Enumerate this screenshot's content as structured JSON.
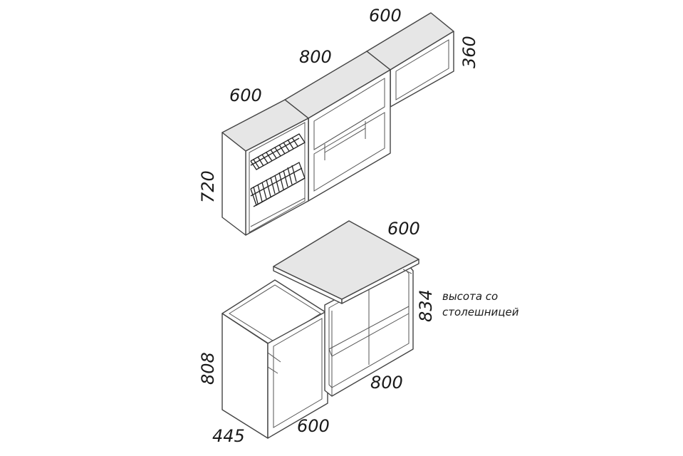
{
  "upper_cabinets": {
    "width_right": "600",
    "width_middle": "800",
    "width_left": "600",
    "depth": "360",
    "height": "720"
  },
  "lower_cabinets": {
    "tabletop_width": "600",
    "height_with_tabletop": "834",
    "height_with_tabletop_note_line1": "высота со",
    "height_with_tabletop_note_line2": "столешницей",
    "shelf_unit_width": "800",
    "base_height": "808",
    "base_width": "600",
    "base_depth": "445"
  }
}
